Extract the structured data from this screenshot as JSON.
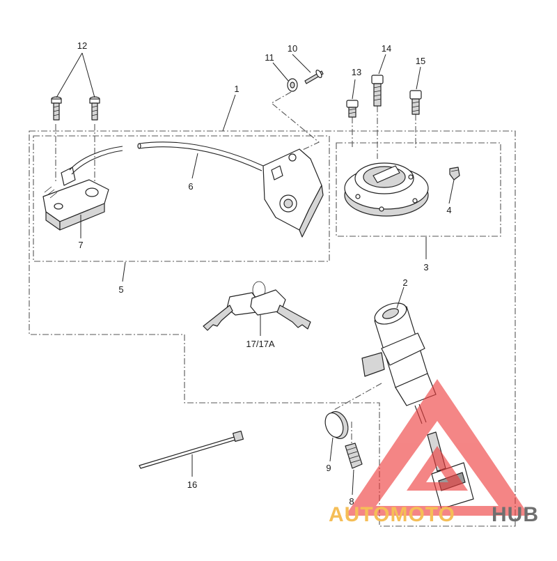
{
  "diagram": {
    "callouts": [
      "1",
      "2",
      "3",
      "4",
      "5",
      "6",
      "7",
      "8",
      "9",
      "10",
      "11",
      "12",
      "13",
      "14",
      "15",
      "16",
      "17/17A"
    ]
  },
  "watermark": {
    "brand_part1": "AUTOMOTO",
    "brand_part2": "HUB",
    "colors": {
      "triangle": "#ee3b3b",
      "text_primary": "#f5be57",
      "text_secondary": "#6f6f6f"
    }
  }
}
